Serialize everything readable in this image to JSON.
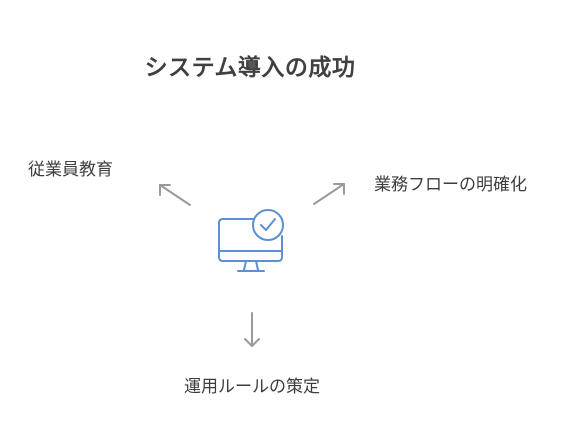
{
  "title": "システム導入の成功",
  "branches": {
    "left": {
      "label": "従業員教育"
    },
    "right": {
      "label": "業務フローの明確化"
    },
    "bottom": {
      "label": "運用ルールの策定"
    }
  },
  "center": {
    "icon": "computer-check-icon"
  },
  "colors": {
    "icon_stroke": "#5b8fd6",
    "arrow": "#9a9a9a",
    "text": "#3d3d3d",
    "title": "#404040"
  }
}
